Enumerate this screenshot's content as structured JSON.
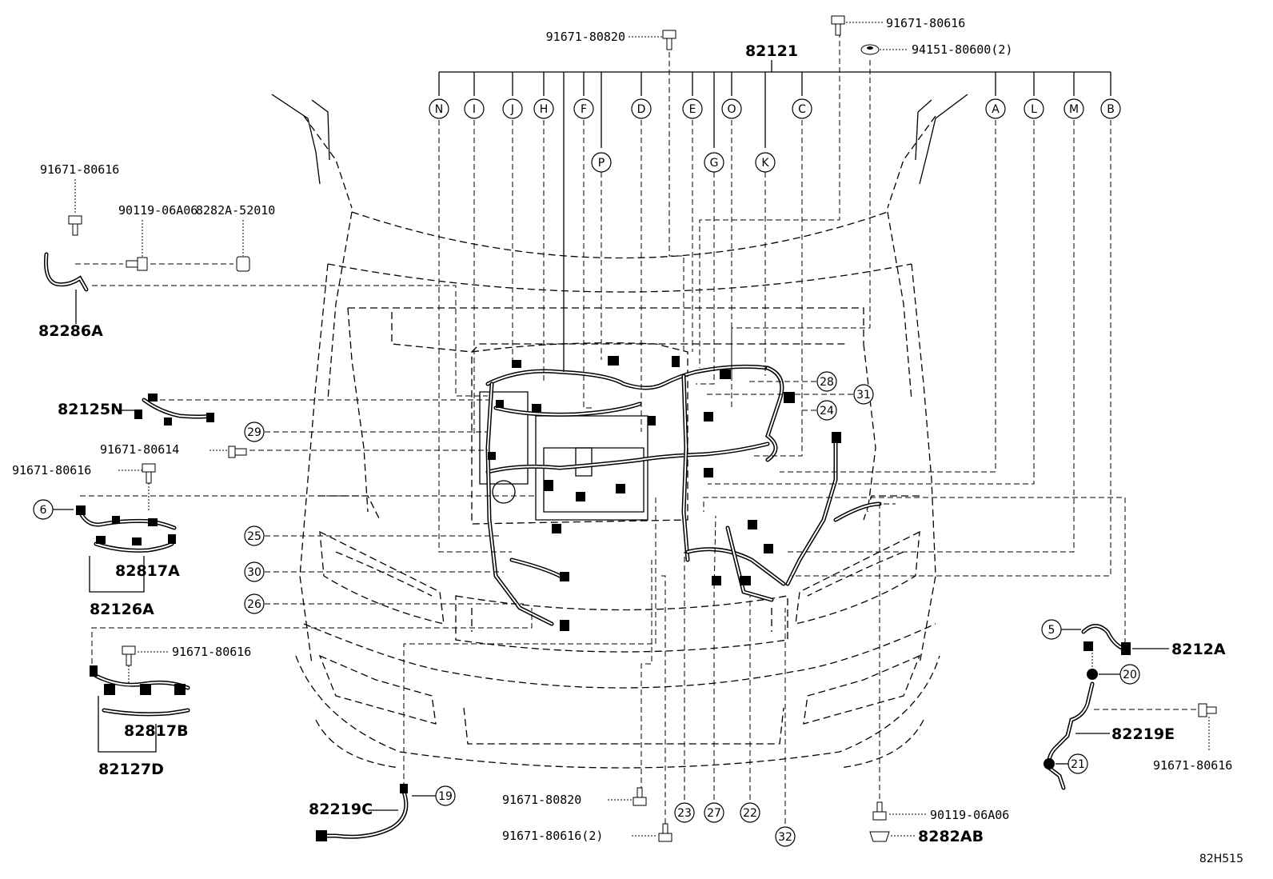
{
  "diagram_code": "82H515",
  "main_part": "82121",
  "connector_letters": [
    "N",
    "I",
    "J",
    "H",
    "F",
    "D",
    "E",
    "O",
    "C",
    "A",
    "L",
    "M",
    "B",
    "P",
    "G",
    "K"
  ],
  "callout_numbers": [
    "28",
    "31",
    "24",
    "29",
    "6",
    "25",
    "30",
    "26",
    "5",
    "20",
    "21",
    "19",
    "23",
    "27",
    "22",
    "32"
  ],
  "parts": {
    "p82286A": "82286A",
    "p82125N": "82125N",
    "p82817A": "82817A",
    "p82126A": "82126A",
    "p82817B": "82817B",
    "p82127D": "82127D",
    "p82219C": "82219C",
    "p8212A": "8212A",
    "p82219E": "82219E",
    "p8282AB": "8282AB",
    "p8282A_52010": "8282A-52010"
  },
  "fasteners": {
    "f_top_820": "91671-80820",
    "f_top_616": "91671-80616",
    "f_top_94151": "94151-80600(2)",
    "f_left_616_top": "91671-80616",
    "f_left_90119": "90119-06A06",
    "f_left_614": "91671-80614",
    "f_left_616_mid": "91671-80616",
    "f_left_616_low": "91671-80616",
    "f_bottom_820": "91671-80820",
    "f_bottom_616x2": "91671-80616(2)",
    "f_bottom_90119": "90119-06A06",
    "f_right_616": "91671-80616"
  }
}
